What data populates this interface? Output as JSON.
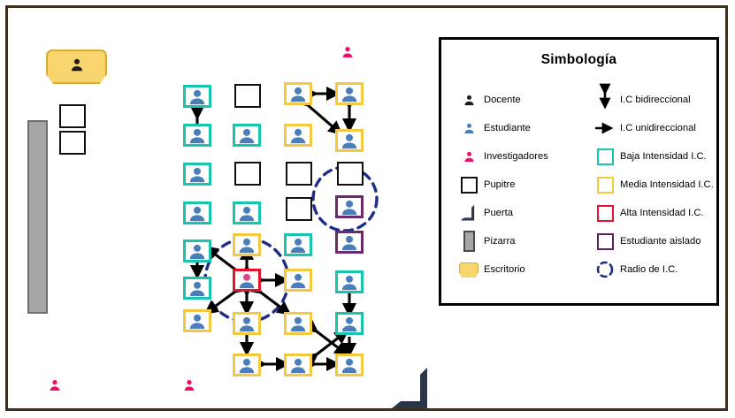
{
  "legend": {
    "title": "Simbología",
    "left_items": [
      {
        "icon": "teacher-person-icon",
        "label": "Docente"
      },
      {
        "icon": "student-person-icon",
        "label": "Estudiante"
      },
      {
        "icon": "researcher-person-icon",
        "label": "Investigadores"
      },
      {
        "icon": "desk-square-icon",
        "label": "Pupitre"
      },
      {
        "icon": "door-icon",
        "label": "Puerta"
      },
      {
        "icon": "blackboard-icon",
        "label": "Pizarra"
      },
      {
        "icon": "teacher-desk-icon",
        "label": "Escritorio"
      }
    ],
    "right_items": [
      {
        "icon": "bidirectional-arrow-icon",
        "label": "I.C bidireccional"
      },
      {
        "icon": "unidirectional-arrow-icon",
        "label": "I.C unidireccional"
      },
      {
        "icon": "low-intensity-swatch-icon",
        "label": "Baja Intensidad I.C."
      },
      {
        "icon": "medium-intensity-swatch-icon",
        "label": "Media Intensidad I.C."
      },
      {
        "icon": "high-intensity-swatch-icon",
        "label": "Alta Intensidad I.C."
      },
      {
        "icon": "isolated-student-swatch-icon",
        "label": "Estudiante aislado"
      },
      {
        "icon": "interaction-radius-icon",
        "label": "Radio de I.C."
      }
    ]
  },
  "colors": {
    "low_intensity": "#18c4ad",
    "medium_intensity": "#f5c842",
    "high_intensity": "#e8112d",
    "isolated": "#6b2a6b",
    "empty_desk": "#111111",
    "researcher": "#ef0f6b",
    "teacher": "#1b1b1b",
    "student": "#4a7ebb",
    "radius_circle": "#1f2d8a",
    "blackboard": "#a6a6a6",
    "teacher_desk": "#f9d56e",
    "door": "#2b3648",
    "frame": "#3b3020"
  },
  "classroom": {
    "teacher_desk": {
      "occupant": "Docente"
    },
    "blackboard": {
      "label": "Pizarra"
    },
    "door": {
      "label": "Puerta"
    },
    "spare_desks": [
      {
        "label": "Pupitre"
      },
      {
        "label": "Pupitre"
      }
    ],
    "researchers": [
      {
        "label": "Investigadores",
        "position": "top-center"
      },
      {
        "label": "Investigadores",
        "position": "bottom-left"
      },
      {
        "label": "Investigadores",
        "position": "bottom-center"
      }
    ],
    "grid": {
      "columns": 4,
      "rows": 8,
      "cells": [
        {
          "col": 1,
          "row": 1,
          "type": "low"
        },
        {
          "col": 1,
          "row": 2,
          "type": "low"
        },
        {
          "col": 1,
          "row": 3,
          "type": "low"
        },
        {
          "col": 1,
          "row": 4,
          "type": "low"
        },
        {
          "col": 1,
          "row": 5,
          "type": "low"
        },
        {
          "col": 1,
          "row": 6,
          "type": "low"
        },
        {
          "col": 1,
          "row": 7,
          "type": "medium"
        },
        {
          "col": 2,
          "row": 1,
          "type": "empty"
        },
        {
          "col": 2,
          "row": 2,
          "type": "low"
        },
        {
          "col": 2,
          "row": 3,
          "type": "empty"
        },
        {
          "col": 2,
          "row": 4,
          "type": "low"
        },
        {
          "col": 2,
          "row": 5,
          "type": "medium"
        },
        {
          "col": 2,
          "row": 6,
          "type": "high"
        },
        {
          "col": 2,
          "row": 7,
          "type": "medium"
        },
        {
          "col": 2,
          "row": 8,
          "type": "medium"
        },
        {
          "col": 3,
          "row": 1,
          "type": "medium"
        },
        {
          "col": 3,
          "row": 2,
          "type": "medium"
        },
        {
          "col": 3,
          "row": 3,
          "type": "empty"
        },
        {
          "col": 3,
          "row": 4,
          "type": "empty"
        },
        {
          "col": 3,
          "row": 5,
          "type": "low"
        },
        {
          "col": 3,
          "row": 6,
          "type": "medium"
        },
        {
          "col": 3,
          "row": 7,
          "type": "medium"
        },
        {
          "col": 3,
          "row": 8,
          "type": "medium"
        },
        {
          "col": 4,
          "row": 1,
          "type": "medium"
        },
        {
          "col": 4,
          "row": 2,
          "type": "medium"
        },
        {
          "col": 4,
          "row": 3,
          "type": "empty"
        },
        {
          "col": 4,
          "row": 4,
          "type": "isolated"
        },
        {
          "col": 4,
          "row": 5,
          "type": "isolated"
        },
        {
          "col": 4,
          "row": 6,
          "type": "low"
        },
        {
          "col": 4,
          "row": 7,
          "type": "low"
        },
        {
          "col": 4,
          "row": 8,
          "type": "medium"
        }
      ]
    },
    "interaction_radii": [
      {
        "label": "Radio de I.C.",
        "center": "upper-right cluster"
      },
      {
        "label": "Radio de I.C.",
        "center": "high-intensity hub"
      }
    ]
  }
}
